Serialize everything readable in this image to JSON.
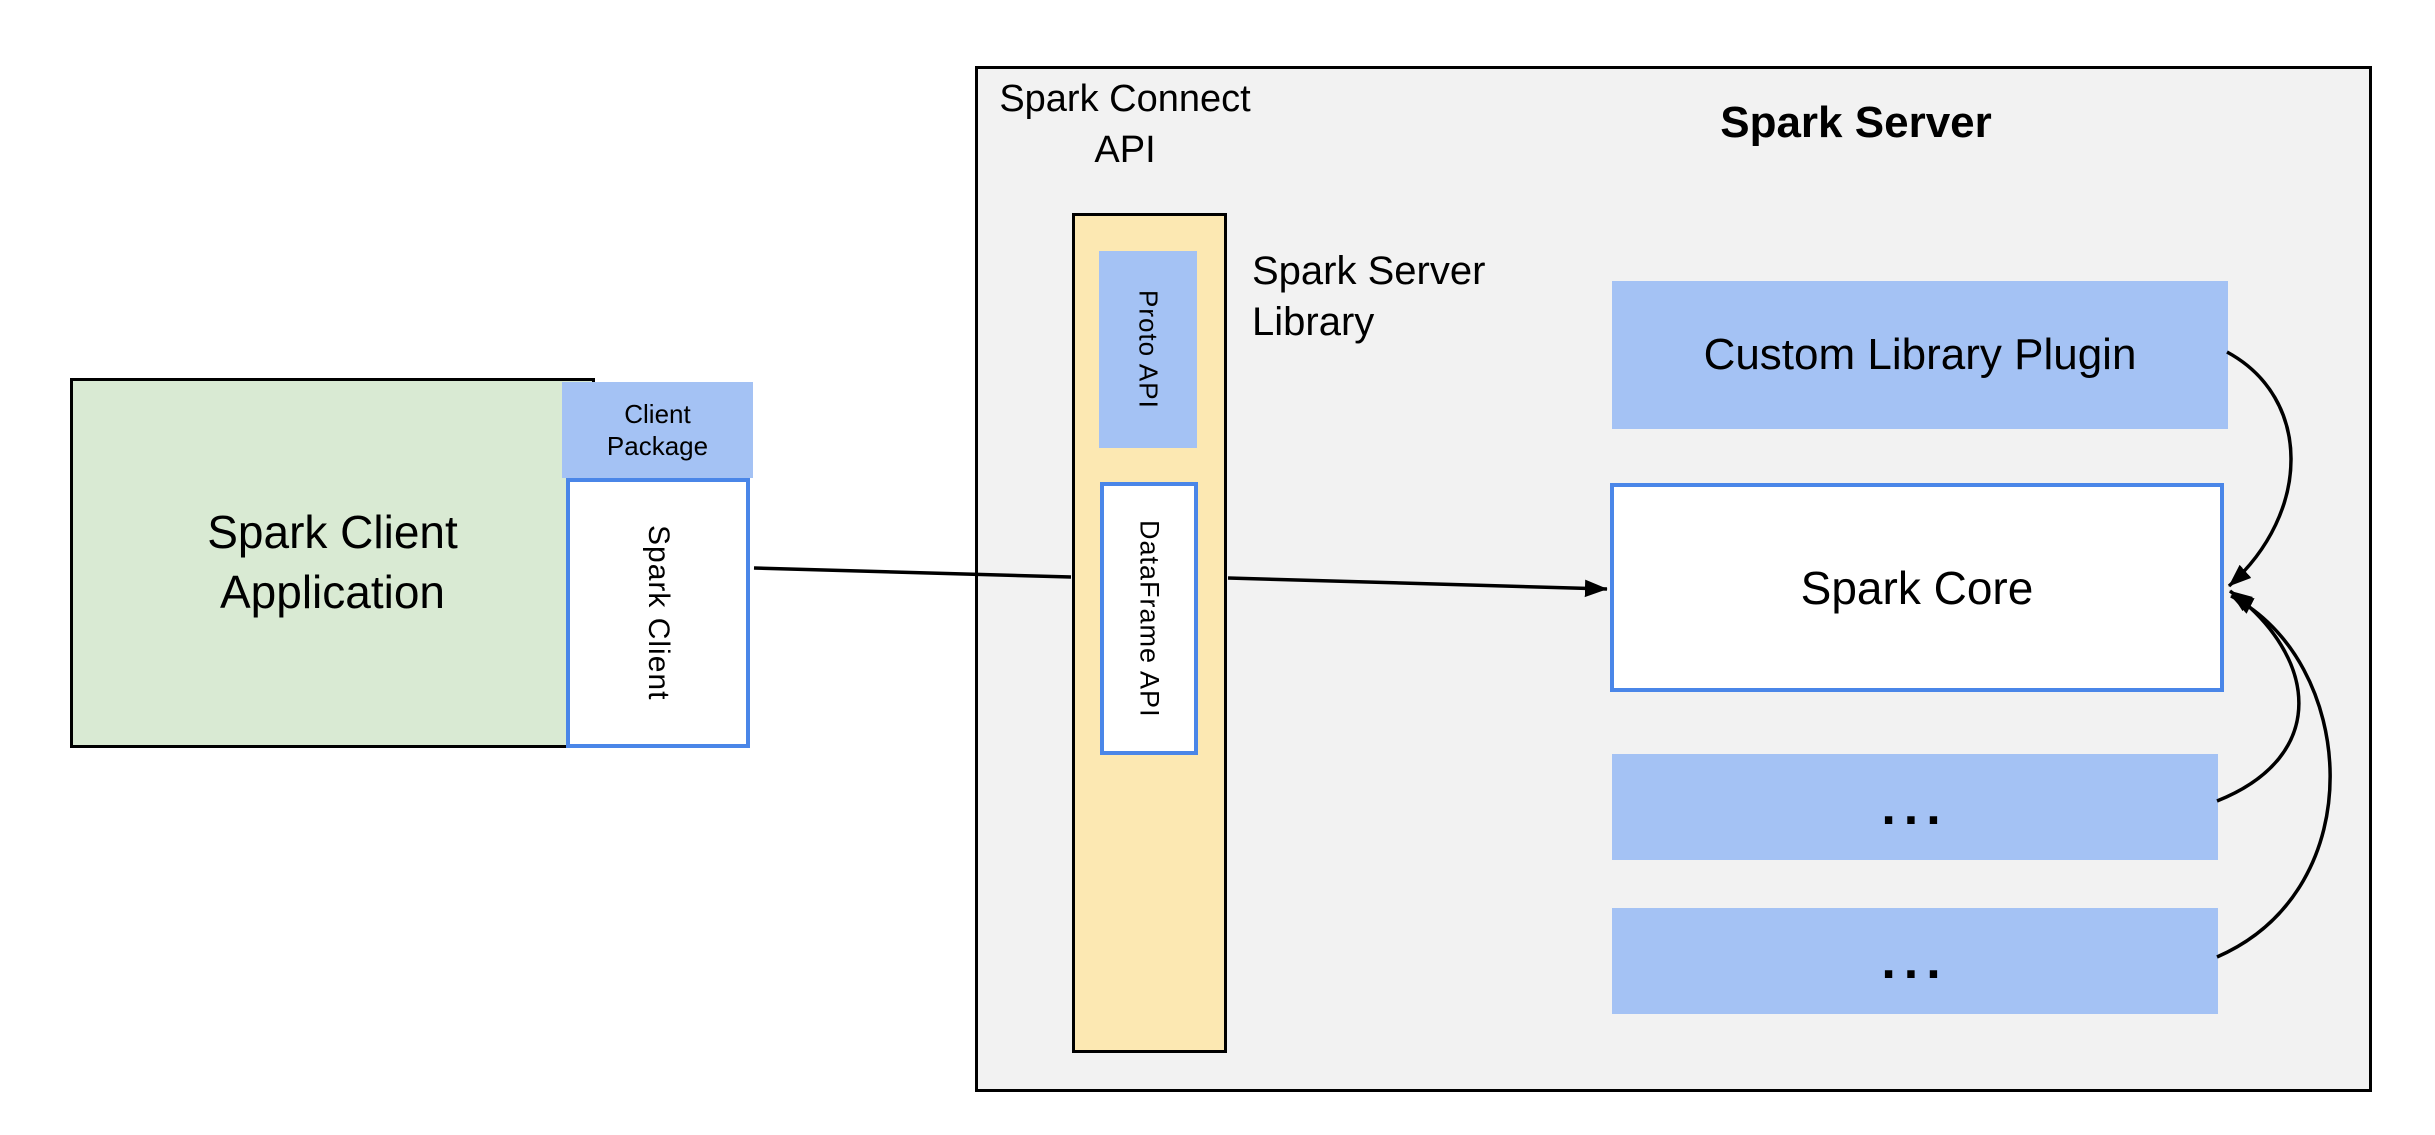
{
  "diagram": {
    "client": {
      "app_label": "Spark Client\nApplication",
      "client_package_label": "Client\nPackage",
      "spark_client_label": "Spark Client"
    },
    "server": {
      "connect_api_label": "Spark Connect\nAPI",
      "container_title": "Spark Server",
      "server_library_label": "Spark Server\nLibrary",
      "proto_api_label": "Proto API",
      "dataframe_api_label": "DataFrame API",
      "custom_plugin_label": "Custom Library Plugin",
      "spark_core_label": "Spark Core",
      "ellipsis_1": "...",
      "ellipsis_2": "..."
    }
  },
  "colors": {
    "bg": "#ffffff",
    "container-fill": "#f2f2f2",
    "container-border": "#000000",
    "green-fill": "#d9ead3",
    "blue-fill": "#a4c2f4",
    "blue-border": "#4a86e8",
    "yellow-fill": "#fce8b2",
    "line": "#000000",
    "text": "#000000"
  }
}
